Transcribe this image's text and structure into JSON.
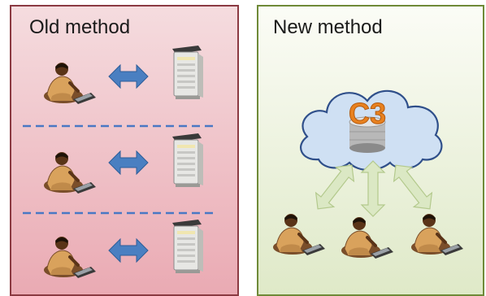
{
  "panels": {
    "old": {
      "title": "Old method"
    },
    "new": {
      "title": "New method"
    }
  },
  "cloud": {
    "logo": "C3"
  },
  "colors": {
    "old_border": "#8b3a42",
    "new_border": "#6f8a38",
    "arrow_blue": "#4a7fc1",
    "arrow_green": "#c9ddaa",
    "divider": "#4a78c4",
    "cloud_fill": "#cfe0f3",
    "cloud_stroke": "#2f4f8a"
  }
}
